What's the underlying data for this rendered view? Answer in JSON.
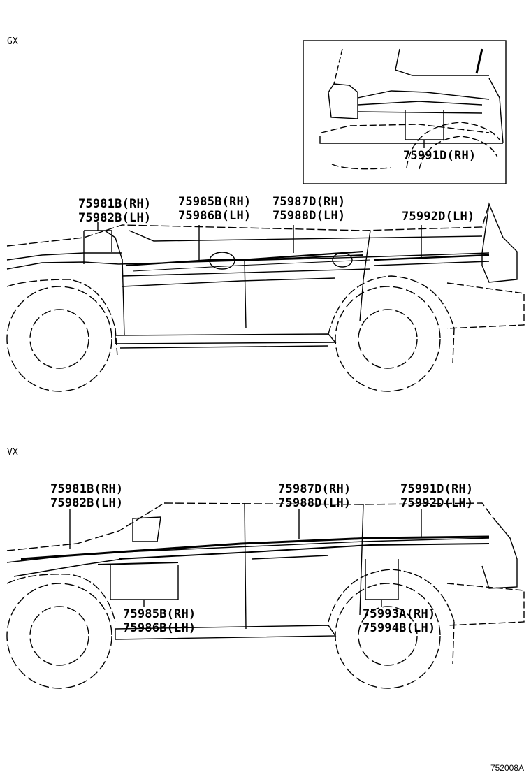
{
  "sections": {
    "gx": "GX",
    "vx": "VX"
  },
  "gx": {
    "inset_label": "75991D(RH)",
    "label_a_rh": "75981B(RH)",
    "label_a_lh": "75982B(LH)",
    "label_b_rh": "75985B(RH)",
    "label_b_lh": "75986B(LH)",
    "label_c_rh": "75987D(RH)",
    "label_c_lh": "75988D(LH)",
    "label_d_lh": "75992D(LH)"
  },
  "vx": {
    "label_a_rh": "75981B(RH)",
    "label_a_lh": "75982B(LH)",
    "label_c_rh": "75987D(RH)",
    "label_c_lh": "75988D(LH)",
    "label_d_rh": "75991D(RH)",
    "label_d_lh": "75992D(LH)",
    "label_b_rh": "75985B(RH)",
    "label_b_lh": "75986B(LH)",
    "label_e_rh": "75993A(RH)",
    "label_e_lh": "75994B(LH)"
  },
  "figure_code": "752008A"
}
